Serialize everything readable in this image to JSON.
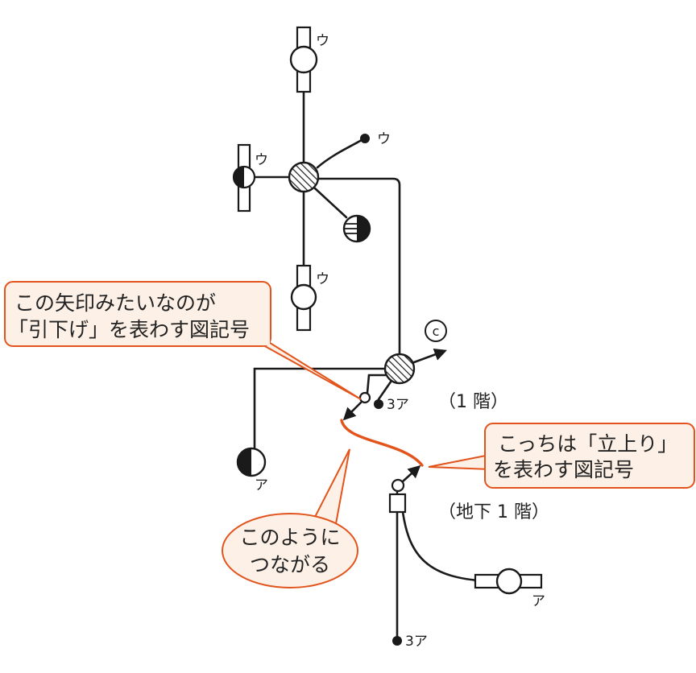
{
  "labels": {
    "u": "ウ",
    "a": "ア",
    "three_a": "3ア",
    "c": "c"
  },
  "floors": {
    "first": "（1 階）",
    "basement": "（地下 1 階）"
  },
  "callouts": {
    "pulldown": {
      "line1": "この矢印みたいなのが",
      "line2": "「引下げ」を表わす図記号"
    },
    "riser": {
      "line1": "こっちは「立上り」",
      "line2": "を表わす図記号"
    },
    "connect": {
      "line1": "このように",
      "line2": "つながる"
    }
  },
  "colors": {
    "accent": "#e2541c",
    "callout_fill": "#fdf0e6",
    "line": "#1a1a1a"
  }
}
